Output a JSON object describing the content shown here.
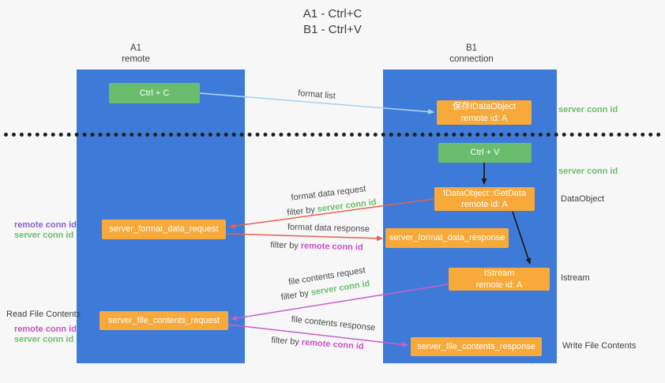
{
  "title": {
    "line1": "A1 - Ctrl+C",
    "line2": "B1 - Ctrl+V"
  },
  "lanes": {
    "a1": {
      "name": "A1",
      "role": "remote"
    },
    "b1": {
      "name": "B1",
      "role": "connection"
    }
  },
  "boxes": {
    "ctrl_c": {
      "label": "Ctrl + C"
    },
    "ctrl_v": {
      "label": "Ctrl + V"
    },
    "save_dataobject": {
      "line1": "保存IDataObject",
      "line2": "remote id: A"
    },
    "getdata": {
      "line1": "IDataObject::GetData",
      "line2": "remote id: A"
    },
    "istream": {
      "line1": "IStream",
      "line2": "remote id: A"
    },
    "format_request": {
      "label": "server_format_data_request"
    },
    "format_response": {
      "label": "server_format_data_response"
    },
    "file_request": {
      "label": "server_file_contents_request"
    },
    "file_response": {
      "label": "server_file_contents_response"
    }
  },
  "annotations": {
    "server_conn_id_right_top": "server conn id",
    "server_conn_id_right_mid": "server conn id",
    "dataobject": "DataObject",
    "istream": "Istream",
    "read_file": "Read File Contents",
    "write_file": "Write File Contents",
    "left_top": {
      "remote": "remote conn id",
      "server": "server conn id"
    },
    "left_bottom": {
      "remote": "remote conn id",
      "server": "server conn id"
    }
  },
  "arrows": {
    "format_list": {
      "label": "format list"
    },
    "format_request": {
      "label": "format data request",
      "filter_prefix": "filter by ",
      "filter_key": "server conn id"
    },
    "format_response": {
      "label": "format data response",
      "filter_prefix": "filter by ",
      "filter_key": "remote conn id"
    },
    "file_request": {
      "label": "file contents request",
      "filter_prefix": "filter by ",
      "filter_key": "server conn id"
    },
    "file_response": {
      "label": "file contents response",
      "filter_prefix": "filter by ",
      "filter_key": "remote conn id"
    }
  },
  "colors": {
    "lane_blue": "#3e7bd9",
    "green_box": "#69bd6d",
    "orange_box": "#f7a93a",
    "arrow_blue": "#a5d5ee",
    "arrow_red": "#e8604f",
    "arrow_magenta": "#c95fc9",
    "arrow_black": "#1e1e1e",
    "green_text": "#6abf69",
    "purple_text": "#8f5ecf",
    "magenta_text": "#c94fc9"
  }
}
